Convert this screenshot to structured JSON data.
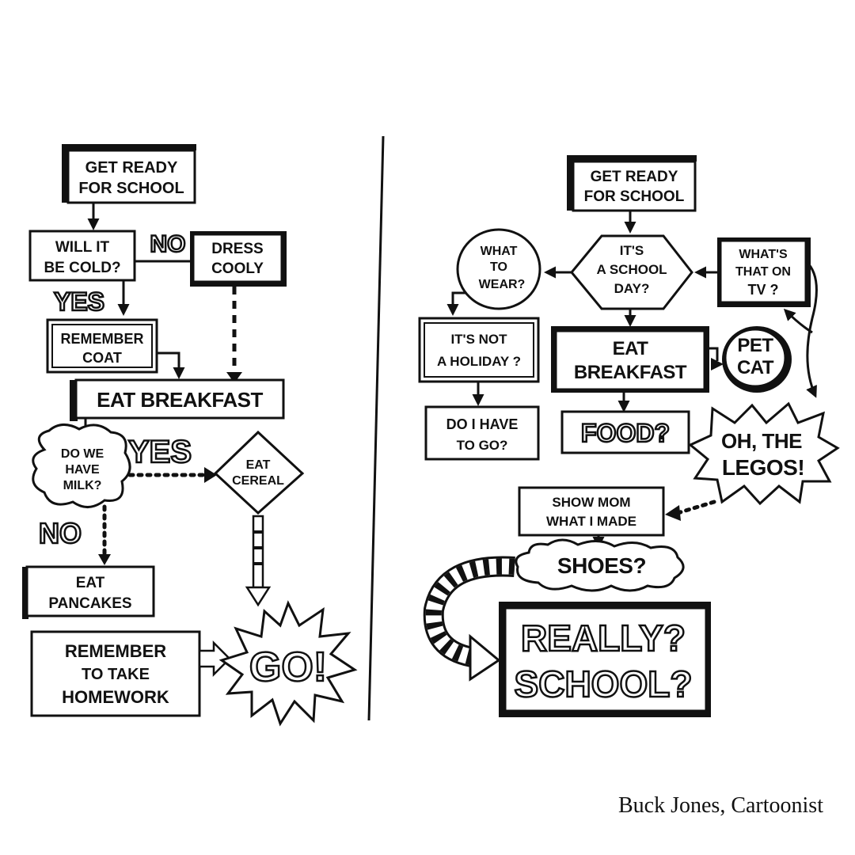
{
  "left": {
    "get_ready": [
      "GET READY",
      "FOR SCHOOL"
    ],
    "will_it_be_cold": [
      "WILL IT",
      "BE COLD?"
    ],
    "no_label": "NO",
    "dress_cooly": [
      "DRESS",
      "COOLY"
    ],
    "yes_label": "YES",
    "remember_coat": [
      "REMEMBER",
      "COAT"
    ],
    "eat_breakfast": "EAT BREAKFAST",
    "have_milk": [
      "DO WE",
      "HAVE",
      "MILK?"
    ],
    "yes_big": "YES",
    "eat_cereal": [
      "EAT",
      "CEREAL"
    ],
    "no_big": "NO",
    "eat_pancakes": [
      "EAT",
      "PANCAKES"
    ],
    "remember_homework": [
      "REMEMBER",
      "TO TAKE",
      "HOMEWORK"
    ],
    "go": "GO!"
  },
  "right": {
    "get_ready": [
      "GET READY",
      "FOR SCHOOL"
    ],
    "what_to_wear": [
      "WHAT",
      "TO",
      "WEAR?"
    ],
    "school_day": [
      "IT'S",
      "A SCHOOL",
      "DAY?"
    ],
    "whats_on_tv": [
      "WHAT'S",
      "THAT ON",
      "TV ?"
    ],
    "not_holiday": [
      "IT'S NOT",
      "A HOLIDAY ?"
    ],
    "eat_breakfast": [
      "EAT",
      "BREAKFAST"
    ],
    "pet_cat": [
      "PET",
      "CAT"
    ],
    "have_to_go": [
      "DO I HAVE",
      "TO GO?"
    ],
    "food": "FOOD?",
    "legos": [
      "OH, THE",
      "LEGOS!"
    ],
    "show_mom": [
      "SHOW MOM",
      "WHAT I MADE"
    ],
    "shoes": "SHOES?",
    "really_school": [
      "REALLY?",
      "SCHOOL?"
    ]
  },
  "credit": "Buck Jones, Cartoonist"
}
